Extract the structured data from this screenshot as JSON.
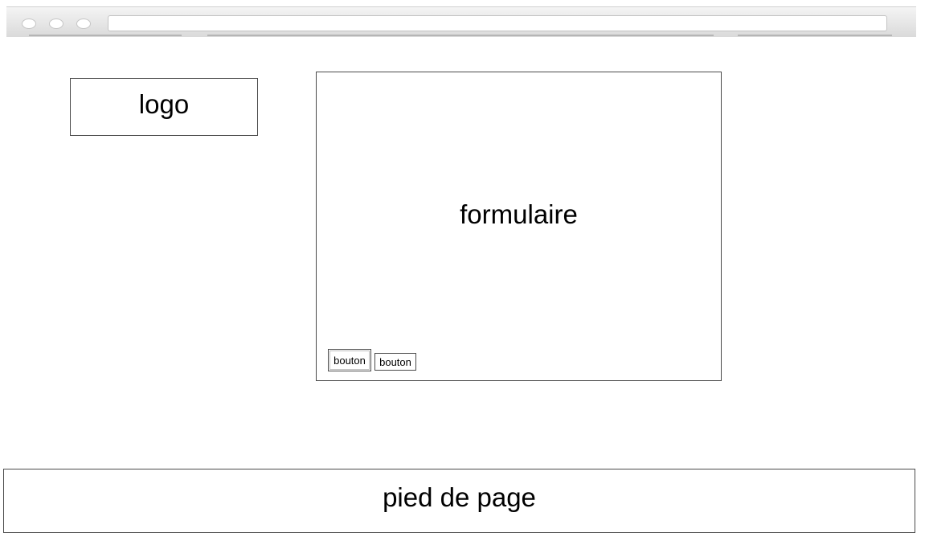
{
  "browser": {
    "address_value": ""
  },
  "header": {
    "logo_label": "logo"
  },
  "main": {
    "form_label": "formulaire",
    "buttons": [
      {
        "label": "bouton"
      },
      {
        "label": "bouton"
      }
    ]
  },
  "footer": {
    "label": "pied de page"
  },
  "colors": {
    "border": "#4a4a4a",
    "chrome": "#dadada",
    "background": "#ffffff"
  }
}
